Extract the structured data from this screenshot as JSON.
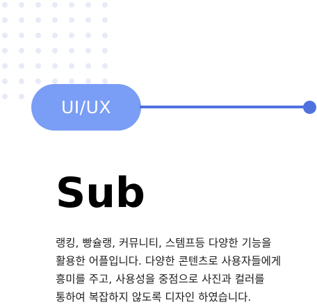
{
  "tag": {
    "label": "UI/UX"
  },
  "heading": {
    "title": "Sub"
  },
  "description": {
    "lines": [
      "랭킹, 빵슐랭, 커뮤니티, 스템프등 다양한 기능을",
      "활용한 어플입니다. 다양한 콘텐츠로 사용자들에게",
      "흥미를 주고, 사용성을 중점으로 사진과 컬러를",
      "통하여 복잡하지 않도록 디자인 하였습니다."
    ]
  },
  "colors": {
    "pill": "#7a9df5",
    "connector": "#4f72de",
    "dots": "#e7ebf8",
    "text": "#000000"
  }
}
